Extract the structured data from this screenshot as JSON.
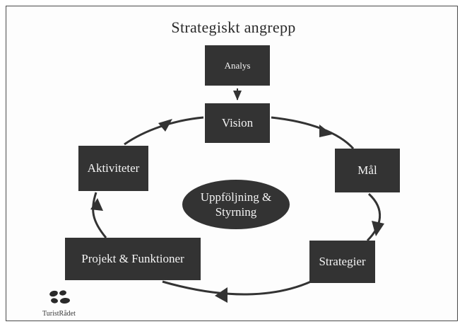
{
  "title": "Strategiskt angrepp",
  "boxes": {
    "analys": "Analys",
    "vision": "Vision",
    "mal": "Mål",
    "strategier": "Strategier",
    "projekt": "Projekt & Funktioner",
    "aktiviteter": "Aktiviteter"
  },
  "center": "Uppföljning &\nStyrning",
  "logo": {
    "text": "TuristRådet",
    "icon": "turistradet-logo-icon"
  },
  "colors": {
    "box_fill": "#333333",
    "box_text": "#f4f4f4",
    "line": "#333333"
  }
}
